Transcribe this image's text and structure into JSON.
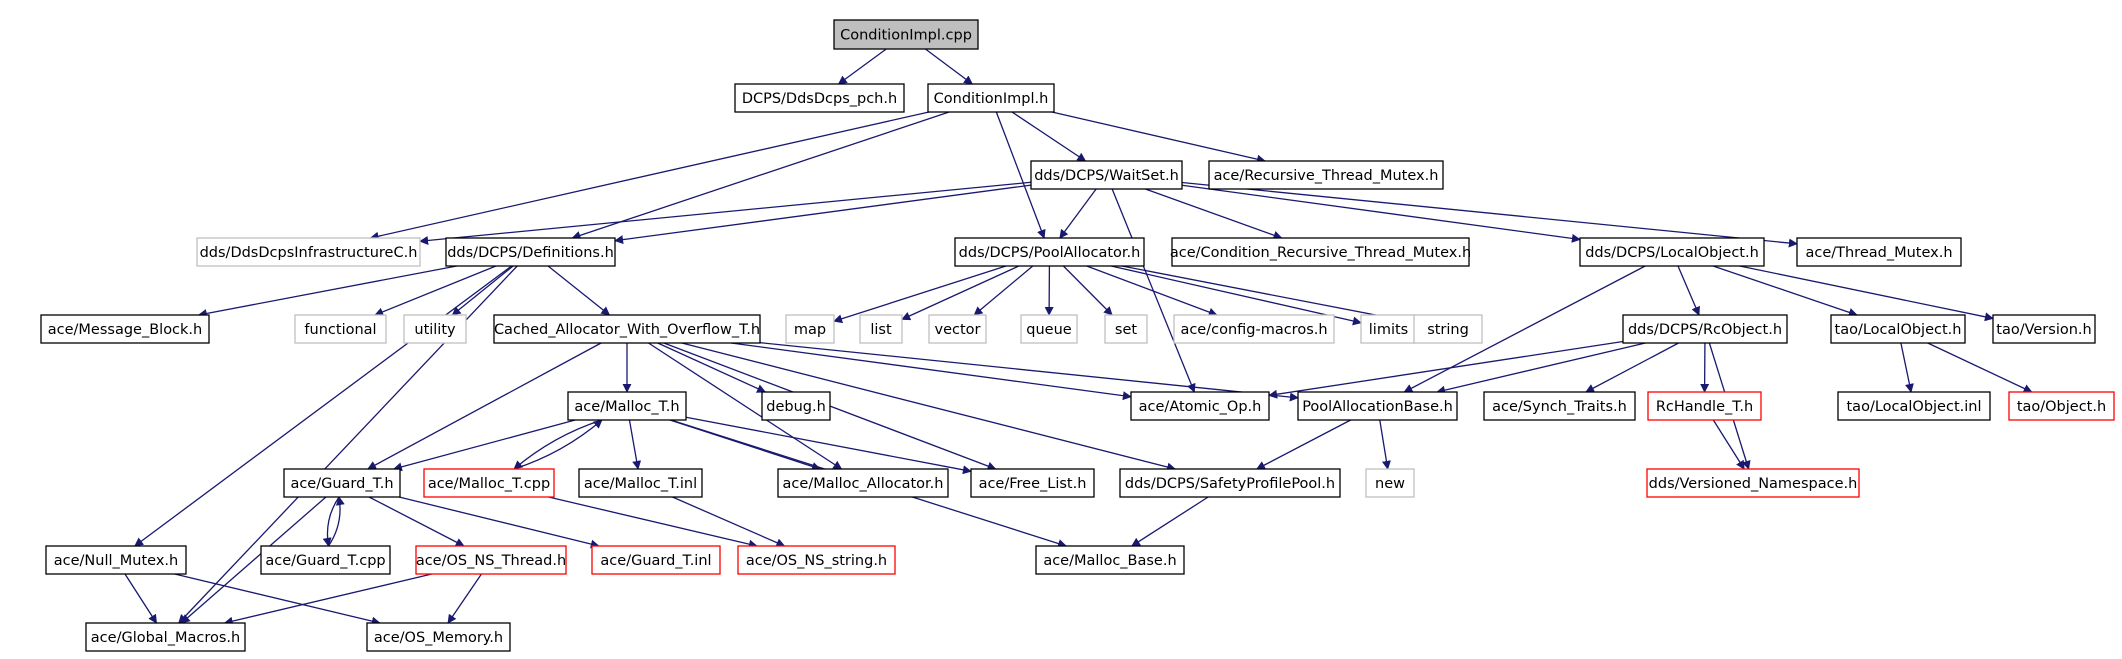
{
  "colors": {
    "edge": "#191970",
    "border_normal": "#000000",
    "border_missing": "#bfbfbf",
    "border_truncated": "#ff0000",
    "fill_root": "#bfbfbf",
    "fill_default": "#ffffff"
  },
  "nodes": [
    {
      "id": "n0",
      "label": "ConditionImpl.cpp",
      "style": "root"
    },
    {
      "id": "n1",
      "label": "DCPS/DdsDcps_pch.h",
      "style": "normal"
    },
    {
      "id": "n2",
      "label": "ConditionImpl.h",
      "style": "normal"
    },
    {
      "id": "n3",
      "label": "dds/DCPS/WaitSet.h",
      "style": "normal"
    },
    {
      "id": "n4",
      "label": "ace/Recursive_Thread_Mutex.h",
      "style": "normal"
    },
    {
      "id": "n5",
      "label": "dds/DdsDcpsInfrastructureC.h",
      "style": "missing"
    },
    {
      "id": "n6",
      "label": "dds/DCPS/Definitions.h",
      "style": "normal"
    },
    {
      "id": "n7",
      "label": "dds/DCPS/PoolAllocator.h",
      "style": "normal"
    },
    {
      "id": "n8",
      "label": "ace/Condition_Recursive_Thread_Mutex.h",
      "style": "normal"
    },
    {
      "id": "n9",
      "label": "dds/DCPS/LocalObject.h",
      "style": "normal"
    },
    {
      "id": "n10",
      "label": "ace/Thread_Mutex.h",
      "style": "normal"
    },
    {
      "id": "n11",
      "label": "ace/Message_Block.h",
      "style": "normal"
    },
    {
      "id": "n12",
      "label": "functional",
      "style": "missing"
    },
    {
      "id": "n13",
      "label": "utility",
      "style": "missing"
    },
    {
      "id": "n14",
      "label": "Cached_Allocator_With_Overflow_T.h",
      "style": "normal"
    },
    {
      "id": "n15",
      "label": "map",
      "style": "missing"
    },
    {
      "id": "n16",
      "label": "list",
      "style": "missing"
    },
    {
      "id": "n17",
      "label": "vector",
      "style": "missing"
    },
    {
      "id": "n18",
      "label": "queue",
      "style": "missing"
    },
    {
      "id": "n19",
      "label": "set",
      "style": "missing"
    },
    {
      "id": "n20",
      "label": "ace/config-macros.h",
      "style": "missing"
    },
    {
      "id": "n21",
      "label": "limits",
      "style": "missing"
    },
    {
      "id": "n22",
      "label": "string",
      "style": "missing"
    },
    {
      "id": "n23",
      "label": "dds/DCPS/RcObject.h",
      "style": "normal"
    },
    {
      "id": "n24",
      "label": "tao/LocalObject.h",
      "style": "normal"
    },
    {
      "id": "n25",
      "label": "tao/Version.h",
      "style": "normal"
    },
    {
      "id": "n26",
      "label": "ace/Malloc_T.h",
      "style": "normal"
    },
    {
      "id": "n27",
      "label": "debug.h",
      "style": "normal"
    },
    {
      "id": "n28",
      "label": "ace/Atomic_Op.h",
      "style": "normal"
    },
    {
      "id": "n29",
      "label": "PoolAllocationBase.h",
      "style": "normal"
    },
    {
      "id": "n30",
      "label": "ace/Synch_Traits.h",
      "style": "normal"
    },
    {
      "id": "n31",
      "label": "RcHandle_T.h",
      "style": "truncated"
    },
    {
      "id": "n32",
      "label": "tao/LocalObject.inl",
      "style": "normal"
    },
    {
      "id": "n33",
      "label": "tao/Object.h",
      "style": "truncated"
    },
    {
      "id": "n34",
      "label": "ace/Guard_T.h",
      "style": "normal"
    },
    {
      "id": "n35",
      "label": "ace/Malloc_T.cpp",
      "style": "truncated"
    },
    {
      "id": "n36",
      "label": "ace/Malloc_T.inl",
      "style": "normal"
    },
    {
      "id": "n37",
      "label": "ace/Malloc_Allocator.h",
      "style": "normal"
    },
    {
      "id": "n38",
      "label": "ace/Free_List.h",
      "style": "normal"
    },
    {
      "id": "n39",
      "label": "dds/DCPS/SafetyProfilePool.h",
      "style": "normal"
    },
    {
      "id": "n40",
      "label": "new",
      "style": "missing"
    },
    {
      "id": "n41",
      "label": "dds/Versioned_Namespace.h",
      "style": "truncated"
    },
    {
      "id": "n42",
      "label": "ace/Null_Mutex.h",
      "style": "normal"
    },
    {
      "id": "n43",
      "label": "ace/Guard_T.cpp",
      "style": "normal"
    },
    {
      "id": "n44",
      "label": "ace/OS_NS_Thread.h",
      "style": "truncated"
    },
    {
      "id": "n45",
      "label": "ace/Guard_T.inl",
      "style": "truncated"
    },
    {
      "id": "n46",
      "label": "ace/OS_NS_string.h",
      "style": "truncated"
    },
    {
      "id": "n47",
      "label": "ace/Malloc_Base.h",
      "style": "normal"
    },
    {
      "id": "n48",
      "label": "ace/Global_Macros.h",
      "style": "normal"
    },
    {
      "id": "n49",
      "label": "ace/OS_Memory.h",
      "style": "normal"
    }
  ],
  "edges": [
    [
      "n0",
      "n1"
    ],
    [
      "n0",
      "n2"
    ],
    [
      "n2",
      "n3"
    ],
    [
      "n2",
      "n4"
    ],
    [
      "n2",
      "n5"
    ],
    [
      "n2",
      "n6"
    ],
    [
      "n2",
      "n7"
    ],
    [
      "n3",
      "n5"
    ],
    [
      "n3",
      "n6"
    ],
    [
      "n3",
      "n7"
    ],
    [
      "n3",
      "n8"
    ],
    [
      "n3",
      "n9"
    ],
    [
      "n3",
      "n10"
    ],
    [
      "n3",
      "n28"
    ],
    [
      "n6",
      "n11"
    ],
    [
      "n6",
      "n12"
    ],
    [
      "n6",
      "n13"
    ],
    [
      "n6",
      "n14"
    ],
    [
      "n6",
      "n42"
    ],
    [
      "n6",
      "n48"
    ],
    [
      "n7",
      "n15"
    ],
    [
      "n7",
      "n16"
    ],
    [
      "n7",
      "n17"
    ],
    [
      "n7",
      "n18"
    ],
    [
      "n7",
      "n19"
    ],
    [
      "n7",
      "n20"
    ],
    [
      "n7",
      "n21"
    ],
    [
      "n7",
      "n22"
    ],
    [
      "n9",
      "n23"
    ],
    [
      "n9",
      "n24"
    ],
    [
      "n9",
      "n25"
    ],
    [
      "n9",
      "n29"
    ],
    [
      "n14",
      "n26"
    ],
    [
      "n14",
      "n27"
    ],
    [
      "n14",
      "n28"
    ],
    [
      "n14",
      "n29"
    ],
    [
      "n14",
      "n34"
    ],
    [
      "n14",
      "n37"
    ],
    [
      "n14",
      "n38"
    ],
    [
      "n14",
      "n39"
    ],
    [
      "n23",
      "n28"
    ],
    [
      "n23",
      "n29"
    ],
    [
      "n23",
      "n30"
    ],
    [
      "n23",
      "n31"
    ],
    [
      "n23",
      "n41"
    ],
    [
      "n24",
      "n32"
    ],
    [
      "n24",
      "n33"
    ],
    [
      "n26",
      "n34"
    ],
    [
      "n26",
      "n35"
    ],
    [
      "n26",
      "n36"
    ],
    [
      "n26",
      "n37"
    ],
    [
      "n26",
      "n38"
    ],
    [
      "n26",
      "n47"
    ],
    [
      "n29",
      "n39"
    ],
    [
      "n29",
      "n40"
    ],
    [
      "n31",
      "n41"
    ],
    [
      "n34",
      "n43"
    ],
    [
      "n34",
      "n44"
    ],
    [
      "n34",
      "n45"
    ],
    [
      "n34",
      "n48"
    ],
    [
      "n35",
      "n26"
    ],
    [
      "n35",
      "n46"
    ],
    [
      "n36",
      "n46"
    ],
    [
      "n39",
      "n47"
    ],
    [
      "n42",
      "n48"
    ],
    [
      "n42",
      "n49"
    ],
    [
      "n43",
      "n34"
    ],
    [
      "n44",
      "n48"
    ],
    [
      "n44",
      "n49"
    ]
  ]
}
